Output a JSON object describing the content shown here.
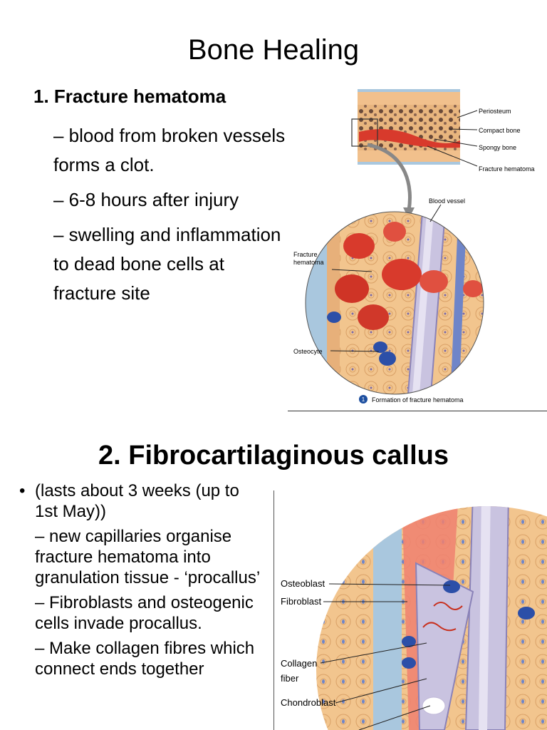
{
  "slide1": {
    "title": "Bone Healing",
    "heading": "1. Fracture hematoma",
    "points": [
      "– blood from broken vessels forms a clot.",
      "– 6-8 hours after injury",
      "– swelling and inflammation to dead bone cells at fracture site"
    ],
    "figure": {
      "labels": {
        "periosteum": "Periosteum",
        "compact_bone": "Compact bone",
        "spongy_bone": "Spongy bone",
        "fracture_hematoma_top": "Fracture hematoma",
        "blood_vessel": "Blood vessel",
        "fracture_hematoma_1": "Fracture",
        "fracture_hematoma_2": "hematoma",
        "osteocyte": "Osteocyte"
      },
      "step_number": "1",
      "caption": "Formation of fracture hematoma"
    }
  },
  "slide2": {
    "title_number": "2.",
    "title_bold": "Fibrocartilaginous callus",
    "points": [
      "(lasts about 3 weeks (up to 1st May))",
      "– new capillaries organise fracture hematoma into granulation tissue - ‘procallus’",
      "– Fibroblasts and osteogenic cells invade procallus.",
      "– Make collagen fibres which connect ends together"
    ],
    "figure": {
      "labels": {
        "osteoblast": "Osteoblast",
        "fibroblast": "Fibroblast",
        "collagen_1": "Collagen",
        "collagen_2": "fiber",
        "chondroblast": "Chondroblast"
      }
    }
  },
  "colors": {
    "bone": "#f0c490",
    "bone_dark": "#d9a066",
    "blood": "#d83a2c",
    "blood_light": "#f08070",
    "vessel": "#c9c3e0",
    "vessel_dark": "#8a82b8",
    "cell_blue": "#2c4fa8",
    "periosteum": "#a9c7de",
    "caption_badge": "#1d4fa0"
  }
}
